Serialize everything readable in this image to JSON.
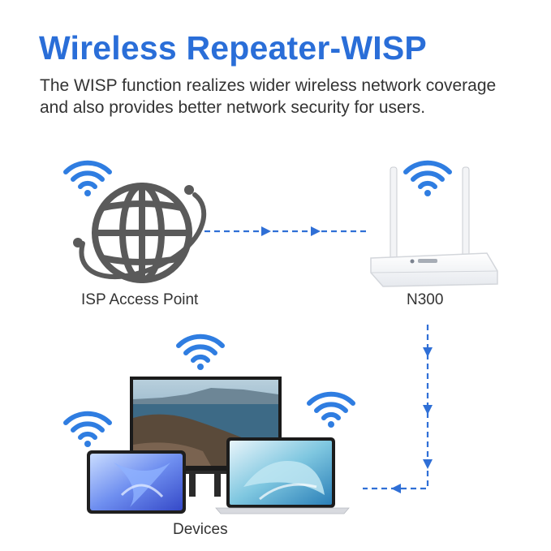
{
  "title": "Wireless Repeater-WISP",
  "subtitle": "The WISP function realizes wider wireless network coverage and also provides better network security for users.",
  "nodes": {
    "isp_label": "ISP Access Point",
    "router_label": "N300",
    "devices_label": "Devices"
  },
  "colors": {
    "title": "#2a6ed8",
    "wifi": "#2f7de1",
    "arrow": "#2f6fd6",
    "globe": "#5a5a5a"
  },
  "icons": [
    "wifi-icon",
    "globe-icon",
    "router-icon",
    "monitor-icon",
    "tablet-icon",
    "laptop-icon",
    "arrow-icon"
  ]
}
